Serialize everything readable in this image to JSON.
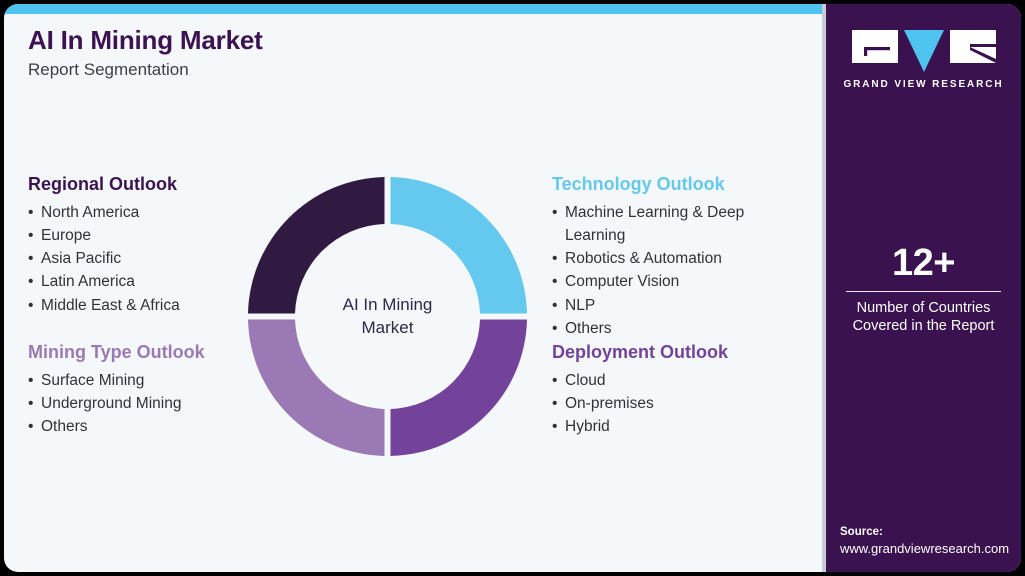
{
  "header": {
    "title": "AI In Mining Market",
    "subtitle": "Report Segmentation"
  },
  "colors": {
    "accent_cyan": "#4ec3ef",
    "sidebar_purple": "#3a1250",
    "title_purple": "#3d1252",
    "page_background": "#f4f8fb",
    "segment_technology": "#64c8ef",
    "segment_deployment": "#73439c",
    "segment_mining_type": "#9b79b5",
    "segment_regional": "#311a42"
  },
  "donut": {
    "center_line1": "AI In Mining",
    "center_line2": "Market"
  },
  "chart_data": {
    "type": "pie",
    "title": "AI In Mining Market",
    "subtitle": "Report Segmentation",
    "variant": "donut",
    "categories": [
      "Technology Outlook",
      "Deployment Outlook",
      "Mining Type Outlook",
      "Regional Outlook"
    ],
    "values": [
      25,
      25,
      25,
      25
    ],
    "colors": [
      "#64c8ef",
      "#73439c",
      "#9b79b5",
      "#311a42"
    ],
    "legend": "none",
    "labels_shown": false,
    "notes": "Four equal quadrants, one per segmentation outlook; labels appear as text blocks flanking the donut."
  },
  "outlooks": [
    {
      "id": "regional",
      "heading": "Regional Outlook",
      "heading_color": "#3d1252",
      "items": [
        "North America",
        "Europe",
        "Asia Pacific",
        "Latin America",
        "Middle East & Africa"
      ]
    },
    {
      "id": "mining",
      "heading": "Mining Type Outlook",
      "heading_color": "#9b79b5",
      "items": [
        "Surface Mining",
        "Underground Mining",
        "Others"
      ]
    },
    {
      "id": "technology",
      "heading": "Technology Outlook",
      "heading_color": "#64c8ef",
      "items": [
        "Machine Learning & Deep Learning",
        "Robotics & Automation",
        "Computer Vision",
        "NLP",
        "Others"
      ]
    },
    {
      "id": "deployment",
      "heading": "Deployment Outlook",
      "heading_color": "#73439c",
      "items": [
        "Cloud",
        "On-premises",
        "Hybrid"
      ]
    }
  ],
  "sidebar": {
    "logo_wordmark": "GRAND VIEW RESEARCH",
    "stat_value": "12+",
    "stat_caption_line1": "Number of Countries",
    "stat_caption_line2": "Covered in the Report",
    "source_label": "Source:",
    "source_url": "www.grandviewresearch.com"
  }
}
